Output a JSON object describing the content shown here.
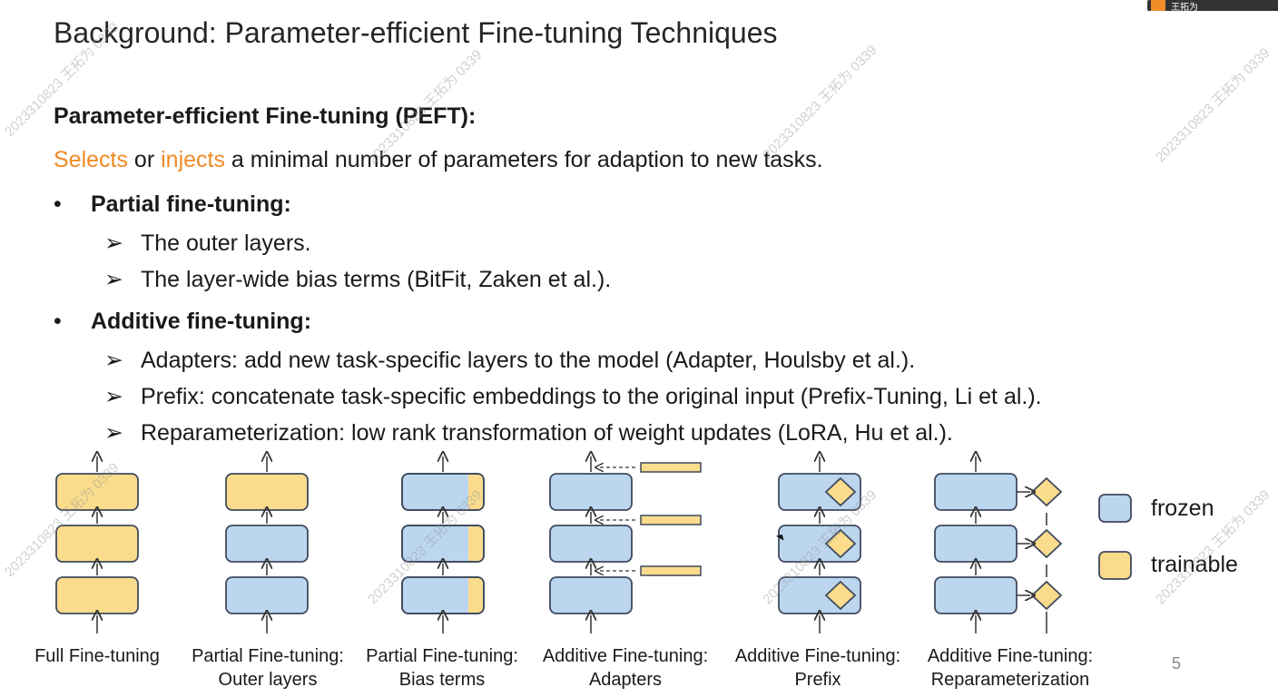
{
  "slide": {
    "title": "Background: Parameter-efficient Fine-tuning Techniques",
    "heading": "Parameter-efficient Fine-tuning (PEFT):",
    "summary": {
      "selects": "Selects",
      "or": " or ",
      "injects": "injects",
      "rest": " a minimal number of parameters for adaption to new tasks."
    },
    "bullets": [
      {
        "label": "Partial fine-tuning:",
        "items": [
          "The outer layers.",
          "The layer-wide bias terms (BitFit, Zaken et al.)."
        ]
      },
      {
        "label": "Additive fine-tuning:",
        "items": [
          "Adapters: add new task-specific layers to the model (Adapter, Houlsby et al.).",
          "Prefix: concatenate task-specific embeddings to the original input (Prefix-Tuning, Li et al.).",
          "Reparameterization: low rank transformation of weight updates (LoRA, Hu et al.)."
        ]
      }
    ],
    "bullet_glyph": "•",
    "arrow_glyph": "➢",
    "page_number": "5"
  },
  "diagram": {
    "captions": [
      {
        "line1": "Full Fine-tuning",
        "line2": ""
      },
      {
        "line1": "Partial Fine-tuning:",
        "line2": "Outer layers"
      },
      {
        "line1": "Partial Fine-tuning:",
        "line2": "Bias terms"
      },
      {
        "line1": "Additive Fine-tuning:",
        "line2": "Adapters"
      },
      {
        "line1": "Additive Fine-tuning:",
        "line2": "Prefix"
      },
      {
        "line1": "Additive Fine-tuning:",
        "line2": "Reparameterization"
      }
    ],
    "legend": {
      "frozen": "frozen",
      "trainable": "trainable"
    },
    "colors": {
      "frozen": "#bcd6ef",
      "trainable": "#fadc8c",
      "stroke": "#3f4a5e"
    }
  },
  "watermark_text": "2023310823 王拓为 0339",
  "presenter": {
    "name": "王拓为"
  },
  "colors": {
    "highlight": "#f08a24"
  }
}
